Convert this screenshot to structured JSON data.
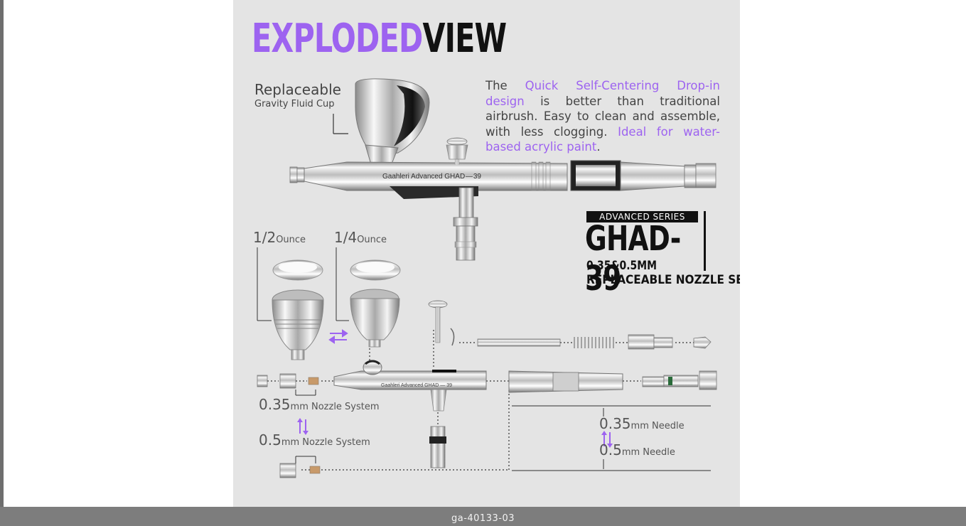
{
  "poster": {
    "title_part1": "EXPLODED",
    "title_part2": "VIEW",
    "replaceable_title": "Replaceable",
    "replaceable_sub": "Gravity Fluid Cup",
    "description": {
      "text1": "The ",
      "highlight1": "Quick Self-Centering Drop-in design",
      "text2": " is better than traditional airbrush. Easy to clean and assemble, with less clogging. ",
      "highlight2": "Ideal for water-based acrylic paint",
      "text3": "."
    },
    "body_engraving": "Gaahleri   Advanced   GHAD — 39",
    "body_engraving_small": "Gaahleri   Advanced   GHAD — 39",
    "series": {
      "badge": "ADVANCED SERIES",
      "name": "GHAD-39",
      "line1": "0.35&0.5MM",
      "line2": "REPLACEABLE NOZZLE SETS"
    },
    "cups": {
      "half_value": "1/2",
      "half_unit": "Ounce",
      "quarter_value": "1/4",
      "quarter_unit": "Ounce"
    },
    "nozzles": {
      "n035_value": "0.35",
      "n035_unit": "mm",
      "n035_label": " Nozzle System",
      "n05_value": "0.5",
      "n05_unit": "mm",
      "n05_label": " Nozzle System"
    },
    "needles": {
      "d035_value": "0.35",
      "d035_unit": "mm",
      "d035_label": " Needle",
      "d05_value": "0.5",
      "d05_unit": "mm",
      "d05_label": " Needle"
    },
    "colors": {
      "accent": "#9d63f0",
      "background": "#e4e4e4",
      "text": "#444444"
    }
  },
  "footer": {
    "caption": "ga-40133-03"
  }
}
